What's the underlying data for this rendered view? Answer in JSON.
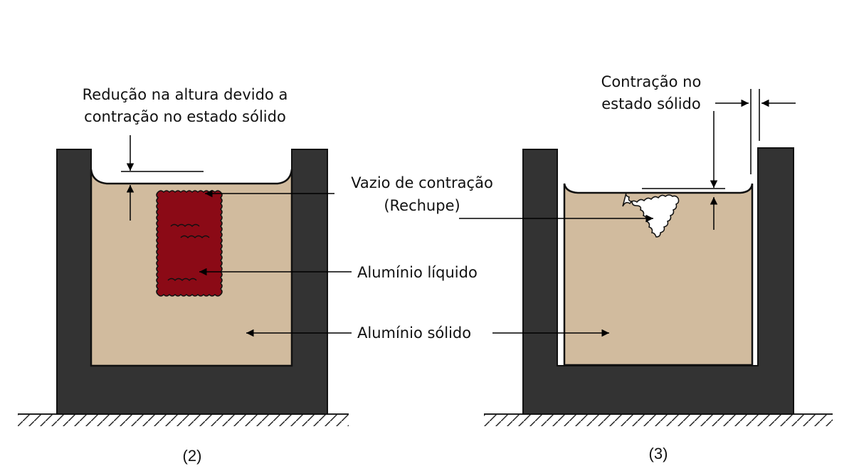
{
  "figure2": {
    "label_height_reduction_line1": "Redução na altura devido a",
    "label_height_reduction_line2": "contração no estado sólido",
    "label_void_line1": "Vazio de  contração",
    "label_void_line2": "(Rechupe)",
    "label_liquid": "Alumínio líquido",
    "label_solid": "Alumínio sólido",
    "caption": "(2)"
  },
  "figure3": {
    "label_contraction_line1": "Contração no",
    "label_contraction_line2": "estado sólido",
    "caption": "(3)"
  },
  "colors": {
    "mold": "#333333",
    "solid_aluminum": "#d1bb9e",
    "liquid_aluminum": "#8b0a16"
  }
}
